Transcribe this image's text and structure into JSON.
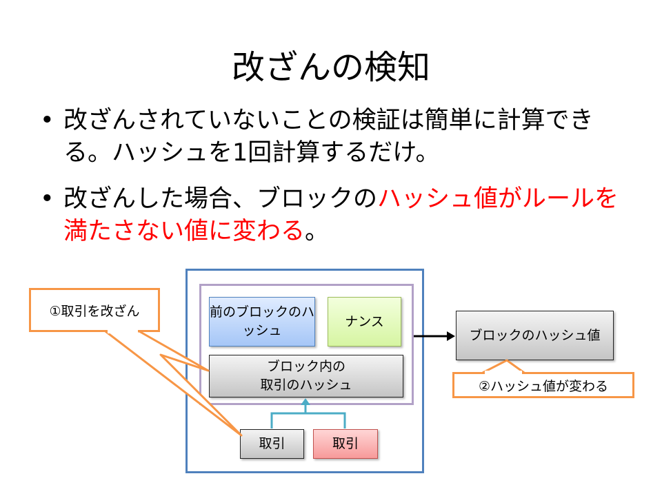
{
  "title": "改ざんの検知",
  "bullets": [
    {
      "text": "改ざんされていないことの検証は簡単に計算できる。ハッシュを1回計算するだけ。"
    },
    {
      "text_before": "改ざんした場合、ブロックの",
      "text_red": "ハッシュ値がルールを満たさない値に変わる",
      "text_after": "。"
    }
  ],
  "diagram": {
    "prev_hash": "前のブロックのハッシュ",
    "nonce": "ナンス",
    "tx_hash_line1": "ブロック内の",
    "tx_hash_line2": "取引のハッシュ",
    "tx1": "取引",
    "tx2": "取引",
    "block_hash": "ブロックのハッシュ値",
    "callout1": "①取引を改ざん",
    "callout2": "②ハッシュ値が変わる"
  },
  "colors": {
    "red": "#ff0000",
    "orange": "#f79646",
    "blue_frame": "#4f81bd",
    "purple_frame": "#b2a1c7"
  }
}
